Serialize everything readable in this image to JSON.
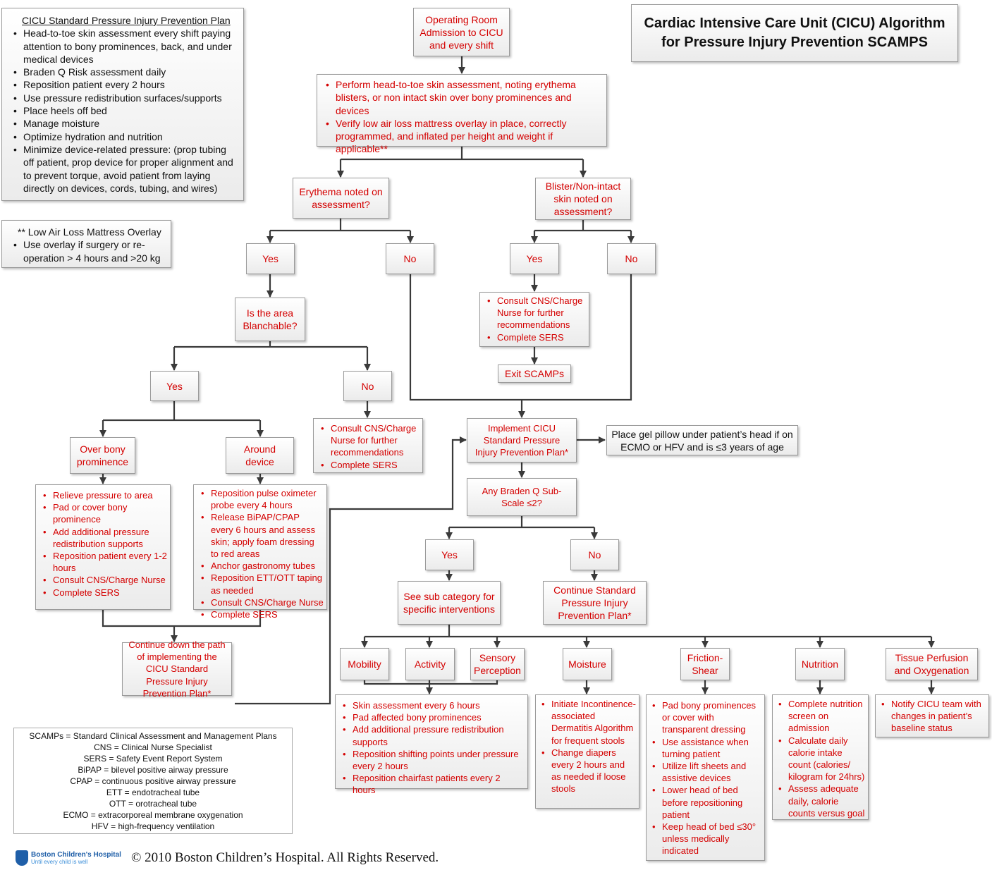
{
  "title": "Cardiac Intensive Care Unit (CICU) Algorithm for Pressure Injury Prevention SCAMPS",
  "standard_plan": {
    "heading": "CICU Standard Pressure Injury Prevention Plan",
    "items": [
      "Head-to-toe skin assessment every shift paying attention to bony prominences, back, and under medical devices",
      "Braden Q Risk assessment daily",
      "Reposition patient every 2 hours",
      "Use pressure redistribution surfaces/supports",
      "Place heels off bed",
      "Manage moisture",
      "Optimize hydration and nutrition",
      "Minimize device-related pressure: (prop tubing off patient, prop device for proper alignment and to prevent torque, avoid patient from laying directly on devices, cords, tubing, and wires)"
    ]
  },
  "overlay_note": {
    "heading": "** Low Air Loss Mattress Overlay",
    "items": [
      "Use overlay if surgery or re-operation > 4 hours and >20 kg"
    ]
  },
  "nodes": {
    "or_admission": "Operating Room Admission to CICU and every shift",
    "assess": [
      "Perform head-to-toe skin assessment, noting erythema blisters, or non intact skin over bony prominences and devices",
      "Verify low air loss mattress overlay in place, correctly programmed, and inflated per height and weight if applicable**"
    ],
    "erythema_q": "Erythema noted on assessment?",
    "blister_q": "Blister/Non-intact skin noted on assessment?",
    "yes": "Yes",
    "no": "No",
    "blanchable_q": "Is the area Blanchable?",
    "consult_blister": [
      "Consult CNS/Charge Nurse for further recommendations",
      "Complete SERS"
    ],
    "exit": "Exit SCAMPs",
    "consult_blanch": [
      "Consult CNS/Charge Nurse for further recommendations",
      "Complete SERS"
    ],
    "over_bony": "Over bony prominence",
    "around_device": "Around device",
    "bony_actions": [
      "Relieve pressure to area",
      "Pad or cover bony prominence",
      "Add additional pressure redistribution supports",
      "Reposition patient every 1-2 hours",
      "Consult CNS/Charge Nurse",
      "Complete SERS"
    ],
    "device_actions": [
      "Reposition pulse oximeter probe every 4 hours",
      "Release BiPAP/CPAP every 6 hours and assess skin; apply foam dressing to red areas",
      "Anchor gastronomy tubes",
      "Reposition ETT/OTT taping as needed",
      "Consult CNS/Charge Nurse",
      "Complete SERS"
    ],
    "continue_path": "Continue down the path of implementing the CICU Standard Pressure Injury Prevention Plan*",
    "implement": "Implement CICU Standard Pressure Injury Prevention Plan*",
    "gel_pillow": "Place gel pillow under patient’s head if on ECMO or HFV and is ≤3 years of age",
    "braden_q": "Any Braden Q Sub-Scale ≤2?",
    "sub_category": "See sub category for specific interventions",
    "continue_standard": "Continue Standard Pressure Injury Prevention Plan*",
    "mobility": "Mobility",
    "activity": "Activity",
    "sensory": "Sensory Perception",
    "moisture": "Moisture",
    "friction": "Friction-Shear",
    "nutrition": "Nutrition",
    "tissue": "Tissue Perfusion and Oxygenation",
    "mobility_actions": [
      "Skin assessment every 6 hours",
      "Pad affected bony prominences",
      "Add additional pressure redistribution supports",
      "Reposition shifting points under pressure every 2 hours",
      "Reposition chairfast patients every 2 hours"
    ],
    "moisture_actions": [
      "Initiate Incontinence-associated Dermatitis Algorithm for frequent stools",
      "Change diapers every 2 hours and as needed if loose stools"
    ],
    "friction_actions": [
      "Pad bony prominences or cover with transparent dressing",
      "Use assistance when turning patient",
      "Utilize lift sheets and assistive devices",
      "Lower head of bed before repositioning patient",
      "Keep head of bed ≤30° unless medically indicated"
    ],
    "nutrition_actions": [
      "Complete nutrition screen on admission",
      "Calculate daily calorie intake count (calories/ kilogram for 24hrs)",
      "Assess adequate daily, calorie counts versus goal"
    ],
    "tissue_actions": [
      "Notify CICU team with changes in patient’s baseline status"
    ]
  },
  "abbreviations": [
    "SCAMPs = Standard Clinical Assessment and Management Plans",
    "CNS = Clinical Nurse Specialist",
    "SERS = Safety Event Report System",
    "BiPAP = bilevel positive airway pressure",
    "CPAP = continuous positive airway pressure",
    "ETT = endotracheal tube",
    "OTT = orotracheal tube",
    "ECMO = extracorporeal membrane oxygenation",
    "HFV = high-frequency ventilation"
  ],
  "logo": {
    "name": "Boston Children's Hospital",
    "tagline": "Until every child is well"
  },
  "copyright": "© 2010 Boston Children’s Hospital. All Rights Reserved.",
  "colors": {
    "action_text": "#d40000",
    "connector": "#3a3a3a",
    "box_fill": "#ebebeb"
  }
}
